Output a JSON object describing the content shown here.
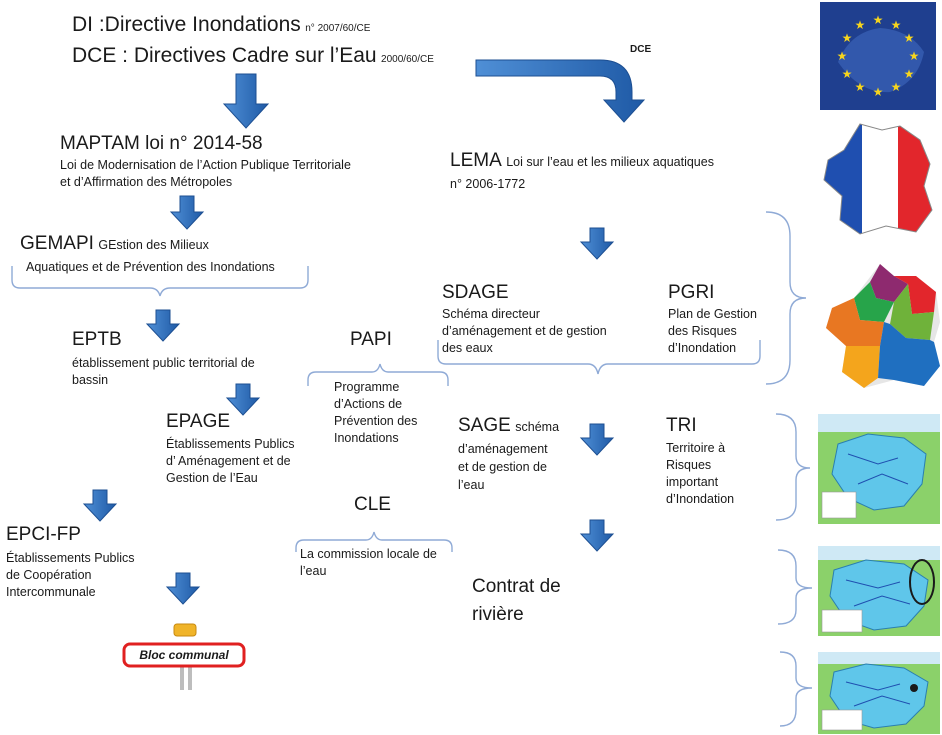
{
  "header": {
    "line1_main": "DI :Directive Inondations",
    "line1_ref": "n° 2007/60/CE",
    "line2_main": "DCE : Directives Cadre sur l’Eau",
    "line2_ref": "2000/60/CE"
  },
  "dce_label": "DCE",
  "maptam": {
    "title": "MAPTAM loi n° 2014-58",
    "desc1": "Loi de Modernisation de l’Action Publique Territoriale",
    "desc2": "et d’Affirmation des Métropoles"
  },
  "lema": {
    "title": "LEMA",
    "desc1": "Loi sur l’eau et les milieux aquatiques",
    "desc2": "n° 2006-1772"
  },
  "gemapi": {
    "title": "GEMAPI",
    "desc1": "GEstion des Milieux",
    "desc2": "Aquatiques et de Prévention des Inondations"
  },
  "sdage": {
    "title": "SDAGE",
    "desc1": "Schéma directeur",
    "desc2": "d’aménagement et de gestion",
    "desc3": "des eaux"
  },
  "pgri": {
    "title": "PGRI",
    "desc1": "Plan de Gestion",
    "desc2": "des Risques",
    "desc3": "d’Inondation"
  },
  "eptb": {
    "title": "EPTB",
    "desc1": "établissement public territorial de",
    "desc2": "bassin"
  },
  "papi": {
    "title": "PAPI",
    "desc1": "Programme",
    "desc2": "d’Actions de",
    "desc3": "Prévention des",
    "desc4": "Inondations"
  },
  "epage": {
    "title": "EPAGE",
    "desc1": "Établissements Publics",
    "desc2": "d’ Aménagement et de",
    "desc3": "Gestion de l’Eau"
  },
  "sage": {
    "title": "SAGE",
    "desc1": "schéma",
    "desc2": "d’aménagement",
    "desc3": "et de gestion de",
    "desc4": "l’eau"
  },
  "tri": {
    "title": "TRI",
    "desc1": "Territoire à",
    "desc2": "Risques",
    "desc3": "important",
    "desc4": "d’Inondation"
  },
  "cle": {
    "title": "CLE",
    "desc1": "La commission  locale de",
    "desc2": "l’eau"
  },
  "epci": {
    "title": "EPCI-FP",
    "desc1": "Établissements Publics",
    "desc2": "de Coopération",
    "desc3": "Intercommunale"
  },
  "contrat": {
    "line1": "Contrat de",
    "line2": "rivière"
  },
  "bloc": {
    "label": "Bloc communal"
  },
  "colors": {
    "arrow": "#2e6cb5",
    "bracket": "#8faad6",
    "sign_border": "#e02020",
    "france_blue": "#1f4fb0",
    "france_red": "#e2262c",
    "eu_blue": "#1f3f8f",
    "eu_star": "#f7d51d"
  },
  "images": {
    "eu_flag": "eu-flag",
    "france_flag_map": "france-tricolor-map",
    "france_regions_map": "france-basins-map",
    "basin_map_1": "basin-map",
    "basin_map_2": "basin-map-circle",
    "basin_map_3": "basin-map-dot"
  }
}
